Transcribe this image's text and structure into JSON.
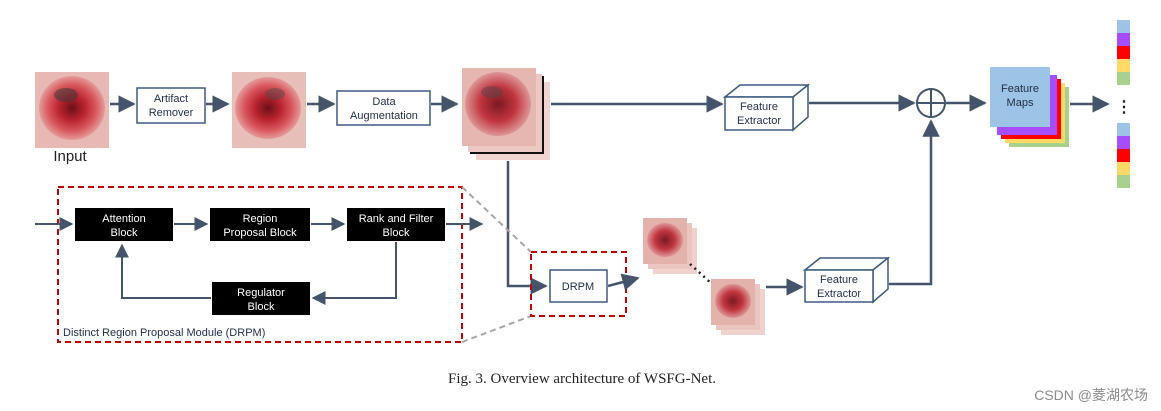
{
  "input": {
    "label": "Input"
  },
  "top_row": {
    "artifact_remover": [
      "Artifact",
      "Remover"
    ],
    "data_augmentation": [
      "Data",
      "Augmentation"
    ],
    "feature_extractor": [
      "Feature",
      "Extractor"
    ],
    "feature_maps": [
      "Feature",
      "Maps"
    ]
  },
  "drpm_module": {
    "label": "Distinct Region Proposal Module (DRPM)",
    "attention_block": [
      "Attention",
      "Block"
    ],
    "region_proposal_block": [
      "Region",
      "Proposal Block"
    ],
    "rank_filter_block": [
      "Rank and Filter",
      "Block"
    ],
    "regulator_block": [
      "Regulator",
      "Block"
    ]
  },
  "bottom_row": {
    "drpm": "DRPM",
    "feature_extractor": [
      "Feature",
      "Extractor"
    ],
    "ellipsis": "⋰"
  },
  "output": {
    "ellipsis": "⋮"
  },
  "caption": "Fig. 3.  Overview architecture of WSFG-Net.",
  "watermark": "CSDN @菱湖农场",
  "colors": {
    "arrow": "#44546a",
    "box_border": "#3d5a80",
    "dashed_red": "#c00000",
    "dashed_gray": "#a6a6a6",
    "black_block": "#000000",
    "feature_map_front": "#9dc3e6",
    "output_bar": [
      "#9dc3e6",
      "#a64dff",
      "#ff0000",
      "#ffd966",
      "#a9d18e"
    ]
  }
}
